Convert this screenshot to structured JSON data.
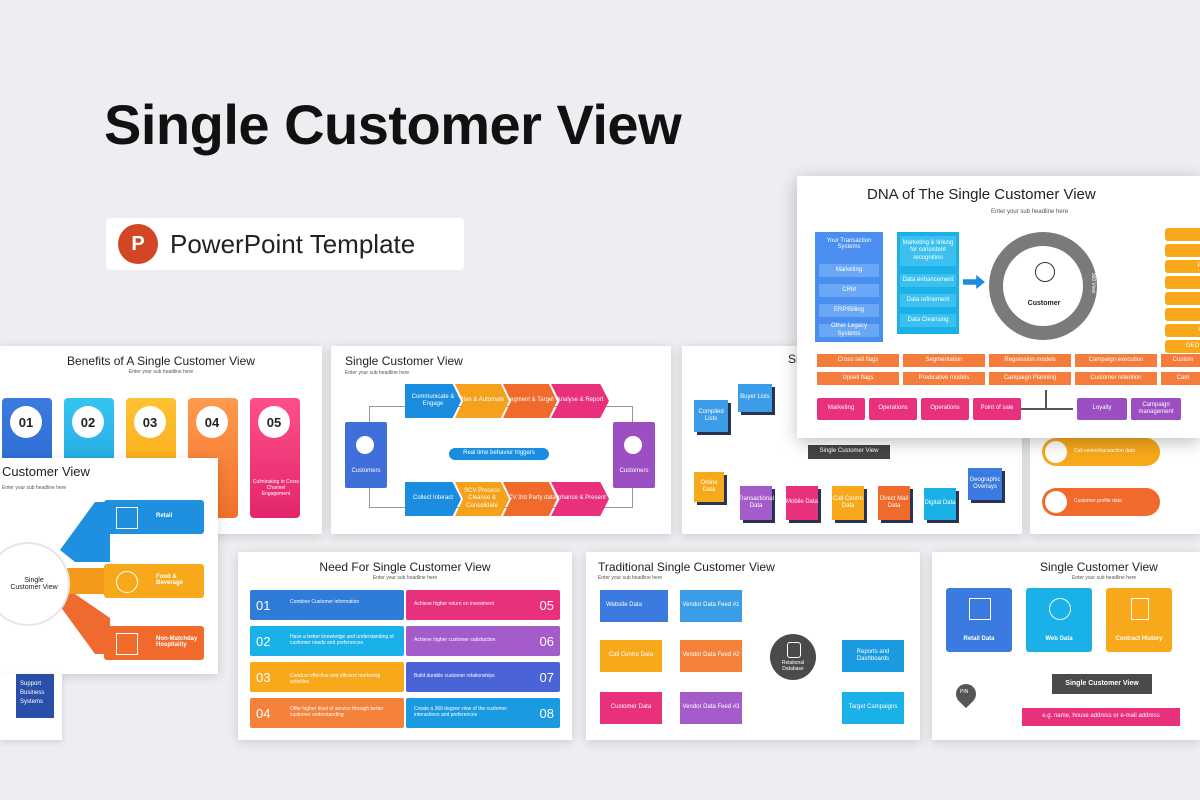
{
  "hero": {
    "title": "Single Customer View",
    "badge_label": "PowerPoint Template"
  },
  "slide_benefits": {
    "title": "Benefits of A Single Customer View",
    "subtitle": "Enter your sub headline here",
    "numbers": [
      "01",
      "02",
      "03",
      "04",
      "05"
    ],
    "item5": "Culminating in Cross Channel Engagement"
  },
  "slide_left": {
    "title": "Customer View",
    "subtitle": "Enter your sub headline here",
    "center": "Single Customer View",
    "branches": [
      "Retail",
      "Food & Beverage",
      "Non-Matchday Hospitality"
    ],
    "support": "Support Business Systems"
  },
  "slide_flow": {
    "title": "Single Customer View",
    "subtitle": "Enter your sub headline here",
    "top": [
      "Communicate & Engage",
      "Plan & Automate",
      "Segment & Target",
      "Analyse & Report"
    ],
    "middle": "Real time behavior triggers",
    "bottom": [
      "Collect Interact",
      "SCV Process Cleanse & Consolidate",
      "SCV 3rd Party data",
      "Enhance & Present"
    ],
    "left": "Customers",
    "right": "Customers"
  },
  "slide_cube": {
    "title_part": "Si",
    "nodes": [
      "Compiled Lists",
      "Buyer Lists",
      "Online Data",
      "Transactional Data",
      "Mobile Data",
      "Call Centre Data",
      "Direct Mail Data",
      "Digital Data",
      "Geographic Overlays"
    ],
    "center": "Single Customer View"
  },
  "slide_right_partial": {
    "items": [
      "Call center/transaction data",
      "Customer profile data"
    ]
  },
  "slide_dna": {
    "title": "DNA of The Single Customer View",
    "subtitle": "Enter your sub headline here",
    "left_col": [
      "Your Transaction Systems",
      "Marketing",
      "CRM",
      "ERP/Billing",
      "Other Legacy Systems"
    ],
    "mid_col": [
      "Marketing & linking for consistent recognition",
      "Data enhancement",
      "Data refinement",
      "Data Cleansing"
    ],
    "center": "Customer",
    "ring": "360 View",
    "right_tabs": [
      "M",
      "B",
      "Pe",
      "A",
      "A",
      "Li",
      "Lo",
      "GEO S"
    ],
    "row1": [
      "Cross sell flags",
      "Segmentation",
      "Regression models",
      "Campaign execution",
      "Custom"
    ],
    "row2": [
      "Upsell flags",
      "Predicative models",
      "Campaign Planning",
      "Customer retention",
      "Cam"
    ],
    "row3": [
      "Marketing",
      "Operations",
      "Operations",
      "Point of sale"
    ],
    "row3_right": [
      "Loyalty",
      "Campaign management"
    ]
  },
  "slide_need": {
    "title": "Need For Single Customer View",
    "subtitle": "Enter your sub headline here",
    "left": [
      {
        "n": "01",
        "t": "Combine Customer information"
      },
      {
        "n": "02",
        "t": "Have a better knowledge and understanding of customer needs and preferences"
      },
      {
        "n": "03",
        "t": "Conduct effective and efficient marketing activities"
      },
      {
        "n": "04",
        "t": "Offer higher level of service through better customer understanding"
      }
    ],
    "right": [
      {
        "n": "05",
        "t": "Achieve higher return on investment"
      },
      {
        "n": "06",
        "t": "Achieve higher customer satisfaction"
      },
      {
        "n": "07",
        "t": "Build durable customer relationships"
      },
      {
        "n": "08",
        "t": "Create a 360 degree view of the customer interactions and preferences"
      }
    ]
  },
  "slide_trad": {
    "title": "Traditional Single Customer View",
    "subtitle": "Enter your sub headline here",
    "notes": [
      "Website Data",
      "Vendor Data Feed #1",
      "Call Centre Data",
      "Vendor Data Feed #2",
      "Customer Data",
      "Vendor Data Feed #3",
      "Reports and Dashboards",
      "Target Campaigns"
    ],
    "center": "Relational Database"
  },
  "slide_scv2": {
    "title": "Single Customer View",
    "subtitle": "Enter your sub headline here",
    "tiles": [
      "Retail Data",
      "Web Data",
      "Contract History"
    ],
    "bar": "Single Customer View",
    "pin": "PIN",
    "input": "e.g. name, house address or e-mail address"
  },
  "colors": {
    "blue": "#2f7bd8",
    "cyan": "#1ab0e8",
    "orange": "#f7951d",
    "coral": "#f2604c",
    "pink": "#e9307a",
    "purple": "#9b4fc2",
    "gray": "#666666"
  }
}
